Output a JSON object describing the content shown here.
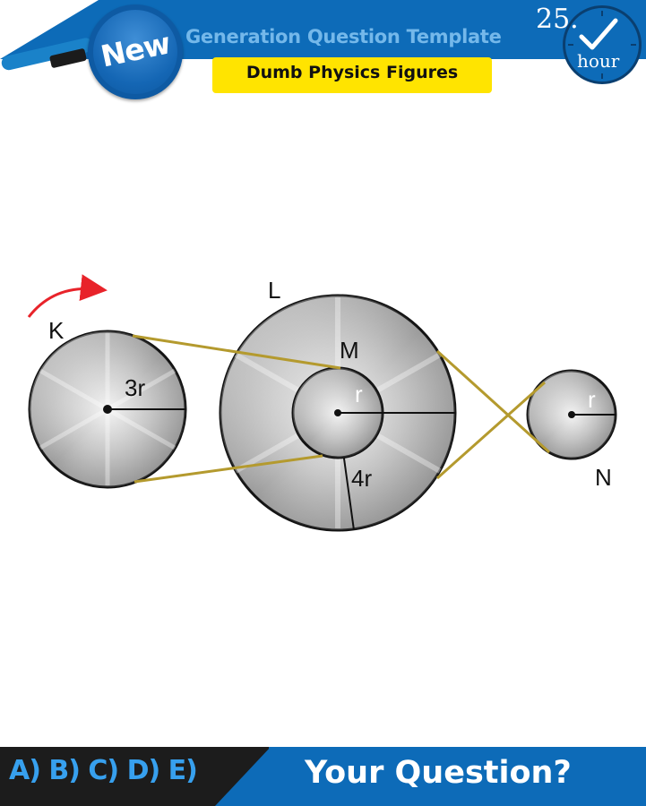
{
  "header": {
    "badge": "New",
    "title": "Generation Question Template",
    "subtitle": "Dumb Physics Figures",
    "clock_number": "25.",
    "clock_unit": "hour"
  },
  "diagram": {
    "labels": {
      "K": "K",
      "K_radius": "3r",
      "L": "L",
      "M": "M",
      "M_radius": "r",
      "L_radius": "4r",
      "N": "N",
      "N_radius": "r"
    },
    "colors": {
      "belt": "#b49a2e",
      "arrow": "#e8232a",
      "outline": "#111111"
    }
  },
  "footer": {
    "choices": "A) B) C) D) E)",
    "question": "Your Question?"
  }
}
